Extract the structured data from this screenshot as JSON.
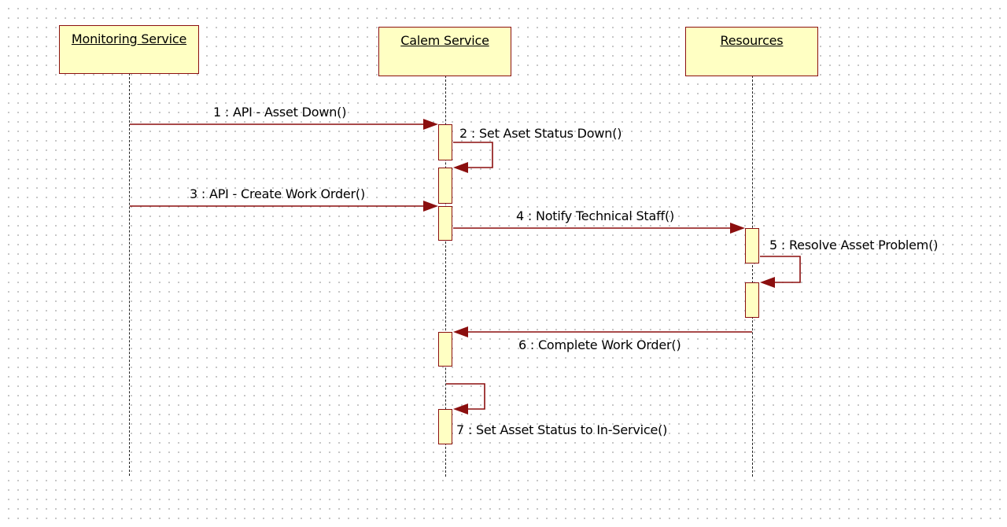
{
  "colors": {
    "stroke": "#8b0f0f",
    "fill": "#ffffc3",
    "lifeline": "#222222"
  },
  "objects": [
    {
      "id": "monitoring",
      "name": "Monitoring Service"
    },
    {
      "id": "calem",
      "name": "Calem Service"
    },
    {
      "id": "resources",
      "name": "Resources"
    }
  ],
  "messages": [
    {
      "number": 1,
      "label": "1 : API - Asset Down()",
      "from": "monitoring",
      "to": "calem"
    },
    {
      "number": 2,
      "label": "2 : Set Aset Status Down()",
      "from": "calem",
      "to": "calem"
    },
    {
      "number": 3,
      "label": "3 : API - Create Work Order()",
      "from": "monitoring",
      "to": "calem"
    },
    {
      "number": 4,
      "label": "4 : Notify Technical Staff()",
      "from": "calem",
      "to": "resources"
    },
    {
      "number": 5,
      "label": "5 : Resolve Asset Problem()",
      "from": "resources",
      "to": "resources"
    },
    {
      "number": 6,
      "label": "6 : Complete Work Order()",
      "from": "resources",
      "to": "calem"
    },
    {
      "number": 7,
      "label": "7 : Set Asset Status to In-Service()",
      "from": "calem",
      "to": "calem"
    }
  ]
}
